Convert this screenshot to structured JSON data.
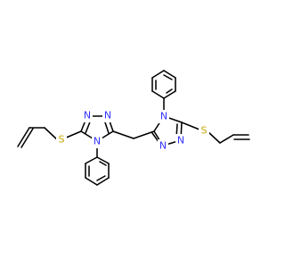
{
  "colors": {
    "background": "#ffffff",
    "bond": "#000000",
    "nitrogen": "#3333ff",
    "sulfur": "#c8a600"
  },
  "atom_labels": {
    "left_triazole": {
      "n1": "N",
      "n2": "N",
      "n4": "N"
    },
    "right_triazole": {
      "n1": "N",
      "n2": "N",
      "n4": "N"
    },
    "left_sulfur": "S",
    "right_sulfur": "S"
  }
}
